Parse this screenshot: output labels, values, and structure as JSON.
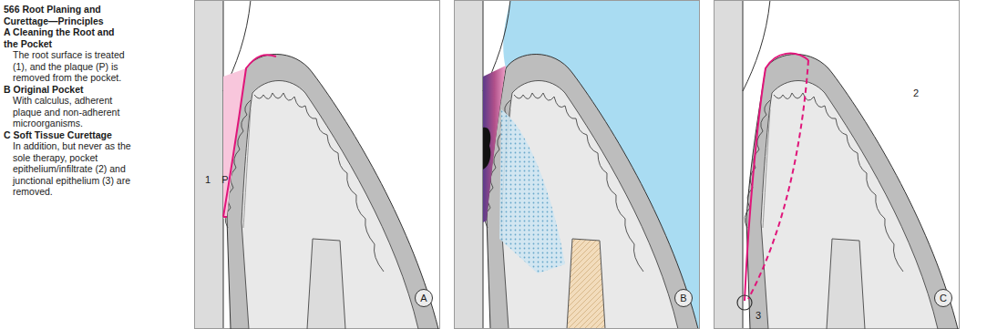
{
  "diagram": {
    "title": "566 Root Planing and Curettage—Principles",
    "nodes": [
      {
        "text": [
          "A"
        ]
      },
      {
        "text": [
          "B"
        ]
      },
      {
        "text": [
          "C"
        ]
      }
    ],
    "labels": [
      "A Cleaning the Root and the Pocket",
      "The root surface is treated (1), and the plaque (P) is removed from the pocket.",
      "B Original Pocket",
      "With calculus, adherent plaque and non-adherent microorganisms.",
      "C Soft Tissue Curettage",
      "In addition, but never as the sole therapy, pocket epithelium/infiltrate (2) and junctional epithelium (3) are removed.",
      "1",
      "P",
      "2",
      "3"
    ]
  }
}
